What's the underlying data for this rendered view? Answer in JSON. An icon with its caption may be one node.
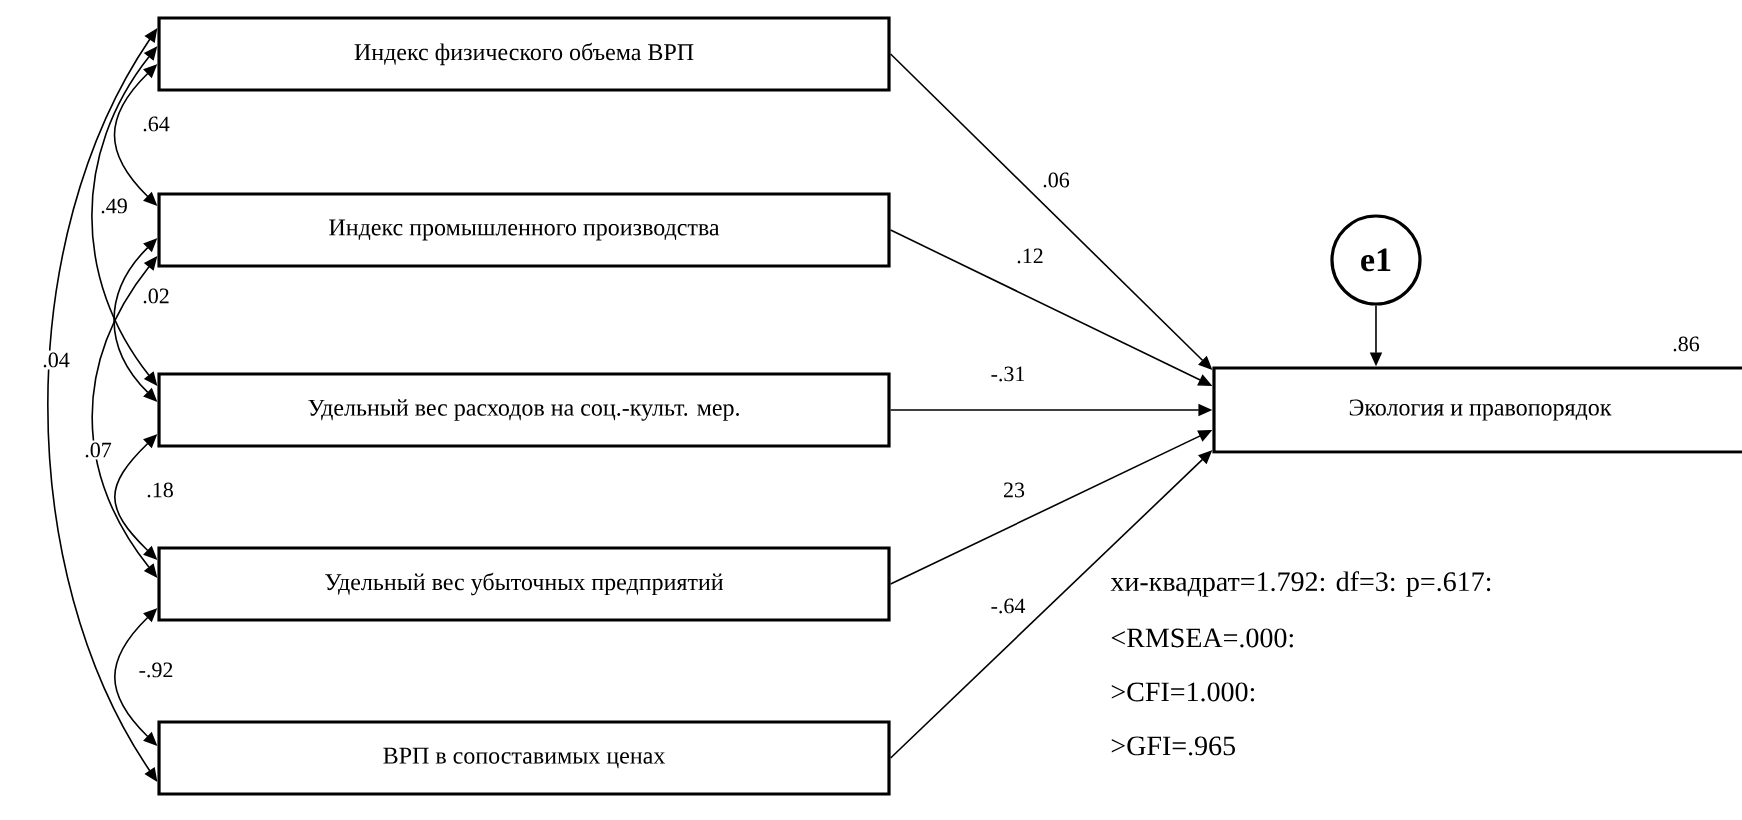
{
  "diagram": {
    "nodes": [
      {
        "text": [
          "Индекс физического объема ВРП"
        ]
      },
      {
        "text": [
          "Индекс промышленного производства"
        ]
      },
      {
        "text": [
          "Удельный вес расходов на соц.-культ. мер."
        ]
      },
      {
        "text": [
          "Удельный вес убыточных предприятий"
        ]
      },
      {
        "text": [
          "ВРП в сопоставимых ценах"
        ]
      },
      {
        "text": [
          "e1"
        ]
      },
      {
        "text": [
          "Экология и правопорядок"
        ],
        "beside": [
          ".86"
        ]
      }
    ],
    "edges": [
      {
        "from": 0,
        "to": 6,
        "arrow": "to",
        "label": ".06"
      },
      {
        "from": 1,
        "to": 6,
        "arrow": "to",
        "label": ".12"
      },
      {
        "from": 2,
        "to": 6,
        "arrow": "to",
        "label": "-.31"
      },
      {
        "from": 3,
        "to": 6,
        "arrow": "to",
        "label": "23"
      },
      {
        "from": 4,
        "to": 6,
        "arrow": "to",
        "label": "-.64"
      },
      {
        "from": 5,
        "to": 6,
        "arrow": "to"
      },
      {
        "from": 0,
        "to": 1,
        "arrow": "both",
        "label": ".64"
      },
      {
        "from": 0,
        "to": 2,
        "arrow": "both",
        "label": ".49"
      },
      {
        "from": 1,
        "to": 2,
        "arrow": "both",
        "label": ".02"
      },
      {
        "from": 0,
        "to": 4,
        "arrow": "both",
        "label": ".04"
      },
      {
        "from": 2,
        "to": 3,
        "arrow": "both",
        "label": ".18"
      },
      {
        "from": 1,
        "to": 3,
        "arrow": "both",
        "label": ".07"
      },
      {
        "from": 3,
        "to": 4,
        "arrow": "both",
        "label": "-.92"
      }
    ],
    "labels": [
      "хи-квадрат=1.792: df=3: p=.617:",
      "<RMSEA=.000:",
      ">CFI=1.000:",
      ">GFI=.965"
    ]
  }
}
